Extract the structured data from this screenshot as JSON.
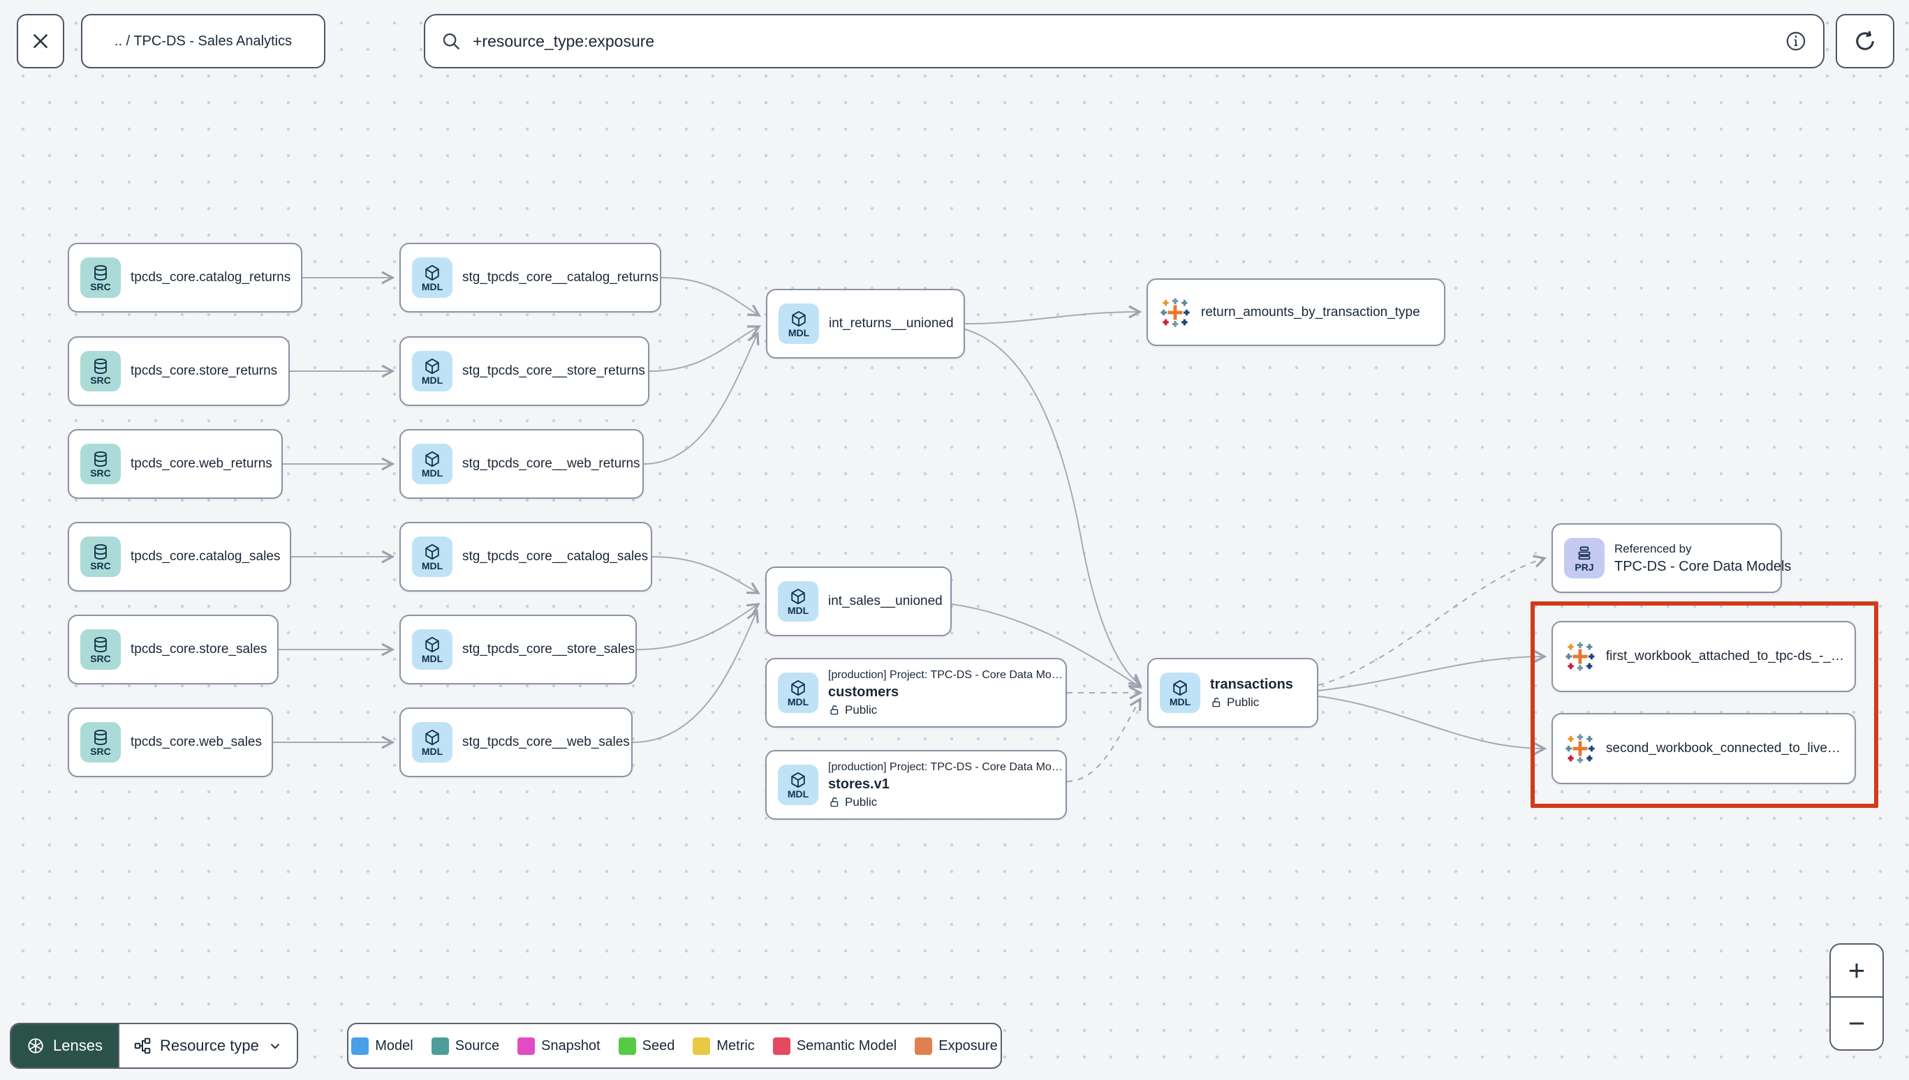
{
  "toolbar": {
    "breadcrumb": ".. / TPC-DS - Sales Analytics",
    "icons": {
      "close": "✕",
      "zoom_in": "+",
      "zoom_out": "−"
    }
  },
  "search": {
    "value": "+resource_type:exposure"
  },
  "selection": {
    "color": "#d13a1a"
  },
  "lenses": {
    "label": "Lenses",
    "button_color": "#2b5249",
    "selector_label": "Resource type"
  },
  "legend": {
    "items": [
      {
        "label": "Model",
        "color": "#4aa0e8"
      },
      {
        "label": "Source",
        "color": "#4f9d9a"
      },
      {
        "label": "Snapshot",
        "color": "#e14cc3"
      },
      {
        "label": "Seed",
        "color": "#55cb44"
      },
      {
        "label": "Metric",
        "color": "#e7c944"
      },
      {
        "label": "Semantic Model",
        "color": "#e5495f"
      },
      {
        "label": "Exposure",
        "color": "#e2804d"
      }
    ]
  },
  "graph": {
    "nodes": [
      {
        "type": "source",
        "badge": "SRC",
        "label": "tpcds_core.catalog_returns"
      },
      {
        "type": "source",
        "badge": "SRC",
        "label": "tpcds_core.store_returns"
      },
      {
        "type": "source",
        "badge": "SRC",
        "label": "tpcds_core.web_returns"
      },
      {
        "type": "source",
        "badge": "SRC",
        "label": "tpcds_core.catalog_sales"
      },
      {
        "type": "source",
        "badge": "SRC",
        "label": "tpcds_core.store_sales"
      },
      {
        "type": "source",
        "badge": "SRC",
        "label": "tpcds_core.web_sales"
      },
      {
        "type": "model",
        "badge": "MDL",
        "label": "stg_tpcds_core__catalog_returns"
      },
      {
        "type": "model",
        "badge": "MDL",
        "label": "stg_tpcds_core__store_returns"
      },
      {
        "type": "model",
        "badge": "MDL",
        "label": "stg_tpcds_core__web_returns"
      },
      {
        "type": "model",
        "badge": "MDL",
        "label": "stg_tpcds_core__catalog_sales"
      },
      {
        "type": "model",
        "badge": "MDL",
        "label": "stg_tpcds_core__store_sales"
      },
      {
        "type": "model",
        "badge": "MDL",
        "label": "stg_tpcds_core__web_sales"
      },
      {
        "type": "model",
        "badge": "MDL",
        "label": "int_returns__unioned"
      },
      {
        "type": "model",
        "badge": "MDL",
        "label": "int_sales__unioned"
      },
      {
        "type": "model",
        "badge": "MDL",
        "project_line": "[production] Project: TPC-DS - Core Data Mo…",
        "label": "customers",
        "visibility": "Public"
      },
      {
        "type": "model",
        "badge": "MDL",
        "project_line": "[production] Project: TPC-DS - Core Data Mo…",
        "label": "stores.v1",
        "visibility": "Public"
      },
      {
        "type": "exposure",
        "label": "return_amounts_by_transaction_type"
      },
      {
        "type": "model",
        "badge": "MDL",
        "label": "transactions",
        "visibility": "Public"
      },
      {
        "type": "project",
        "badge": "PRJ",
        "header": "Referenced by",
        "label": "TPC-DS - Core Data Models"
      },
      {
        "type": "exposure",
        "label": "first_workbook_attached_to_tpc-ds_-_…"
      },
      {
        "type": "exposure",
        "label": "second_workbook_connected_to_live…"
      }
    ]
  }
}
